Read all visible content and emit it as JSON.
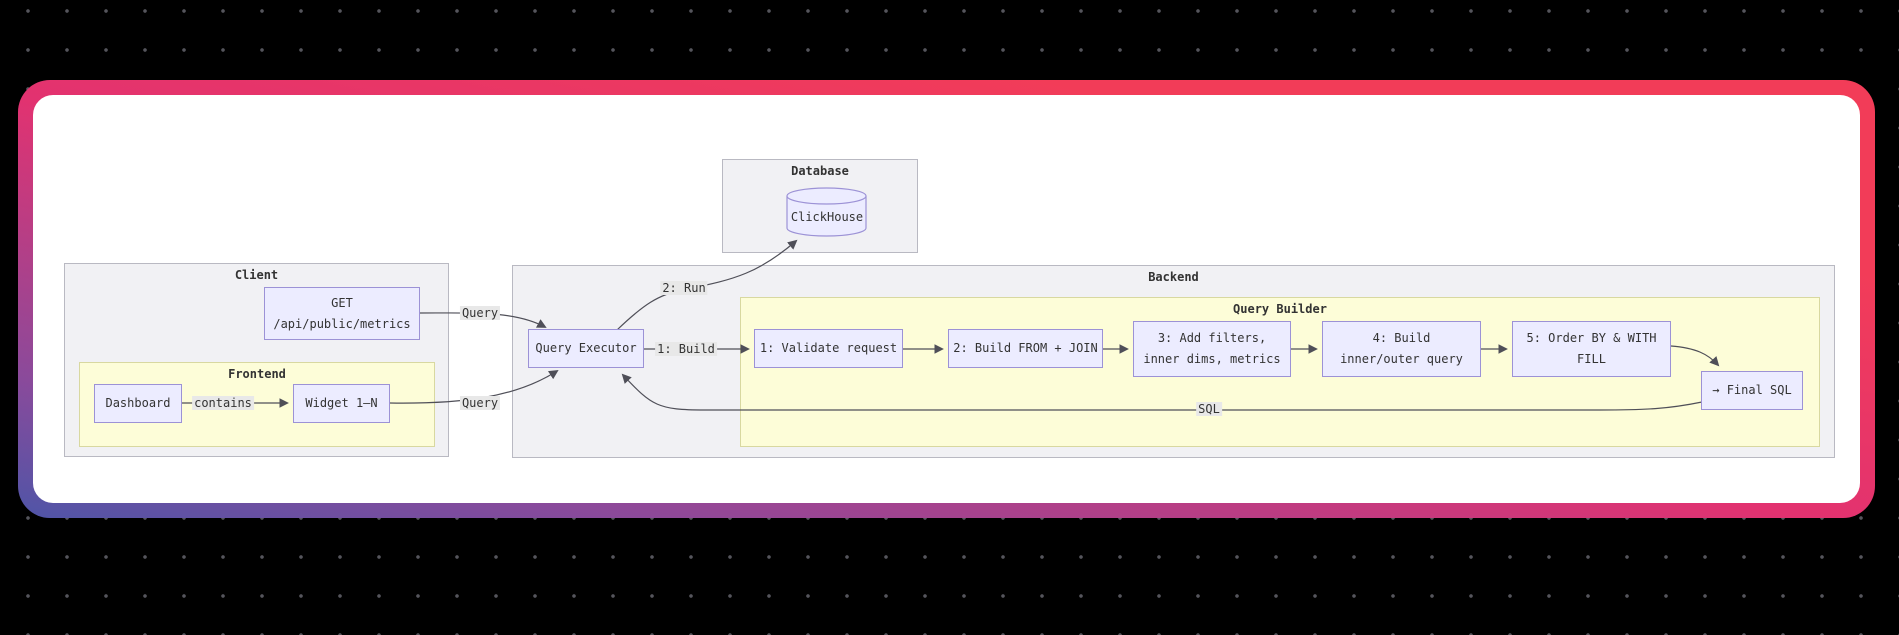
{
  "clusters": {
    "database": {
      "label": "Database"
    },
    "client": {
      "label": "Client"
    },
    "frontend": {
      "label": "Frontend"
    },
    "backend": {
      "label": "Backend"
    },
    "query_builder": {
      "label": "Query Builder"
    }
  },
  "nodes": {
    "clickhouse": {
      "label": "ClickHouse"
    },
    "get_endpoint": {
      "line1": "GET",
      "line2": "/api/public/metrics"
    },
    "dashboard": {
      "label": "Dashboard"
    },
    "widget": {
      "label": "Widget 1–N"
    },
    "query_executor": {
      "label": "Query Executor"
    },
    "step1": {
      "label": "1: Validate request"
    },
    "step2": {
      "label": "2: Build FROM + JOIN"
    },
    "step3": {
      "line1": "3: Add filters,",
      "line2": "inner dims, metrics"
    },
    "step4": {
      "line1": "4: Build",
      "line2": "inner/outer query"
    },
    "step5": {
      "line1": "5: Order BY & WITH",
      "line2": "FILL"
    },
    "final_sql": {
      "label": "→ Final SQL"
    }
  },
  "edge_labels": {
    "query_top": "Query",
    "query_bottom": "Query",
    "contains": "contains",
    "run": "2: Run",
    "build": "1: Build",
    "sql": "SQL"
  },
  "colors": {
    "canvas_bg": "#000000",
    "dot": "#55555c",
    "card_bg": "#ffffff",
    "card_gradient_1": "#4f55a7",
    "card_gradient_2": "#8a4a9b",
    "card_gradient_3": "#e23270",
    "card_gradient_4": "#f23c58",
    "node_fill": "#ececff",
    "node_border": "#9c92d6",
    "cluster_gray": "#f1f1f4",
    "cluster_gray_border": "#b9b9c2",
    "cluster_yellow": "#fdfdd8",
    "cluster_yellow_border": "#d8d8a0",
    "edge": "#4f4f58",
    "label_bg": "#e8e8e8",
    "text": "#333333"
  }
}
